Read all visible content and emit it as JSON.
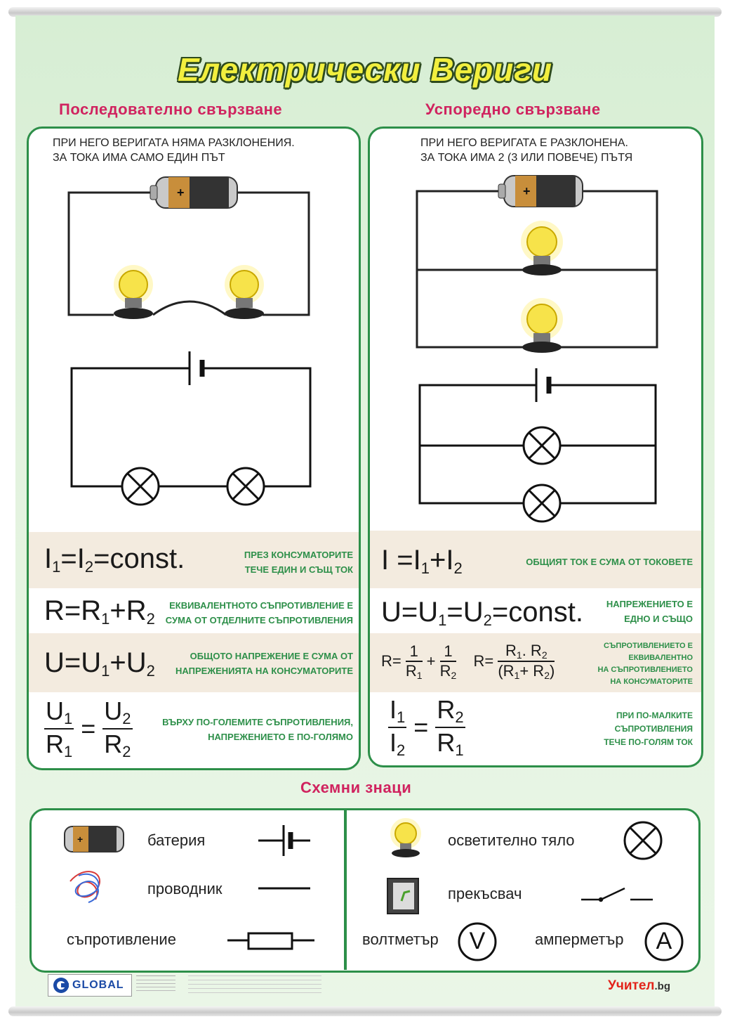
{
  "title": "Електрически Вериги",
  "series_section": {
    "heading": "Последователно свързване",
    "desc_line1": "ПРИ НЕГО ВЕРИГАТА НЯМА РАЗКЛОНЕНИЯ.",
    "desc_line2": "ЗА ТОКА ИМА САМО ЕДИН ПЪТ",
    "formulas": [
      {
        "note_line1": "ПРЕЗ КОНСУМАТОРИТЕ",
        "note_line2": "ТЕЧЕ ЕДИН И СЪЩ ТОК"
      },
      {
        "note_line1": "ЕКВИВАЛЕНТНОТО СЪПРОТИВЛЕНИЕ Е",
        "note_line2": "СУМА ОТ ОТДЕЛНИТЕ СЪПРОТИВЛЕНИЯ"
      },
      {
        "note_line1": "ОБЩОТО НАПРЕЖЕНИЕ Е СУМА ОТ",
        "note_line2": "НАПРЕЖЕНИЯТА НА КОНСУМАТОРИТЕ"
      },
      {
        "note_line1": "ВЪРХУ ПО-ГОЛЕМИТЕ СЪПРОТИВЛЕНИЯ,",
        "note_line2": "НАПРЕЖЕНИЕТО Е ПО-ГОЛЯМО"
      }
    ]
  },
  "parallel_section": {
    "heading": "Успоредно свързване",
    "desc_line1": "ПРИ НЕГО ВЕРИГАТА Е РАЗКЛОНЕНА.",
    "desc_line2": "ЗА ТОКА ИМА 2 (3 ИЛИ ПОВЕЧЕ) ПЪТЯ",
    "formulas": [
      {
        "note_line1": "ОБЩИЯТ ТОК Е СУМА ОТ ТОКОВЕТЕ"
      },
      {
        "note_line1": "НАПРЕЖЕНИЕТО Е",
        "note_line2": "ЕДНО И СЪЩО"
      },
      {
        "note_line1": "СЪПРОТИВЛЕНИЕТО Е",
        "note_line2": "ЕКВИВАЛЕНТНО",
        "note_line3": "НА СЪПРОТИВЛЕНИЕТО",
        "note_line4": "НА КОНСУМАТОРИТЕ"
      },
      {
        "note_line1": "ПРИ ПО-МАЛКИТЕ",
        "note_line2": "СЪПРОТИВЛЕНИЯ",
        "note_line3": "ТЕЧЕ ПО-ГОЛЯМ ТОК"
      }
    ]
  },
  "symbols_section": {
    "heading": "Схемни знаци",
    "battery": "батерия",
    "wire": "проводник",
    "resistor": "съпротивление",
    "lamp": "осветително тяло",
    "switch": "прекъсвач",
    "voltmeter": "волтметър",
    "ammeter": "амперметър",
    "voltmeter_symbol": "V",
    "ammeter_symbol": "A"
  },
  "footer": {
    "publisher": "GLOBAL",
    "brand": "Учител",
    "brand_suffix": ".bg"
  },
  "colors": {
    "accent_green": "#2d8f49",
    "heading_pink": "#d0235f",
    "title_yellow": "#f2ef3e",
    "band_beige": "#f3ebdf"
  }
}
